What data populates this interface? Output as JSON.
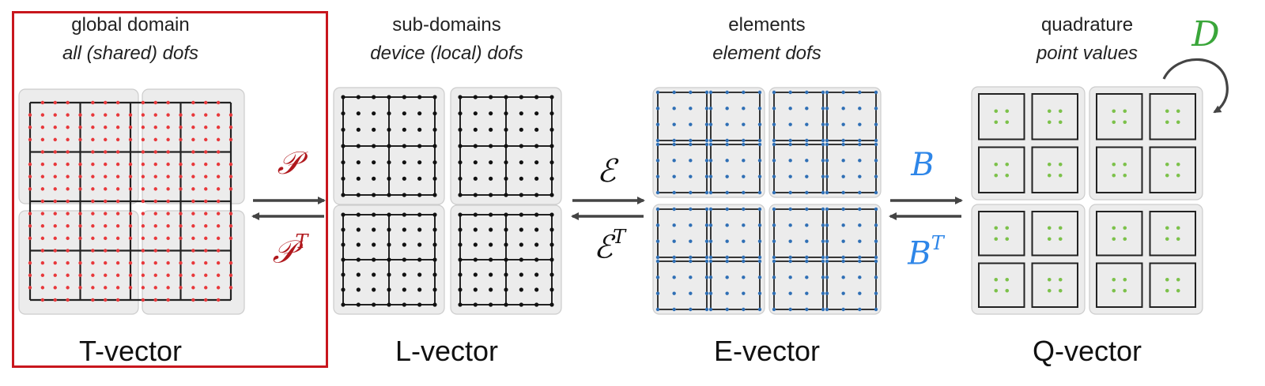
{
  "columns": [
    {
      "id": "t",
      "title": "global domain",
      "subtitle": "all (shared) dofs",
      "vector_label": "T-vector",
      "dot_color": "#e8383b",
      "highlighted": true
    },
    {
      "id": "l",
      "title": "sub-domains",
      "subtitle": "device (local) dofs",
      "vector_label": "L-vector",
      "dot_color": "#111111",
      "highlighted": false
    },
    {
      "id": "e",
      "title": "elements",
      "subtitle": "element dofs",
      "vector_label": "E-vector",
      "dot_color": "#2f6fb5",
      "highlighted": false
    },
    {
      "id": "q",
      "title": "quadrature",
      "subtitle": "point values",
      "vector_label": "Q-vector",
      "dot_color": "#7cc14a",
      "highlighted": false
    }
  ],
  "operators": [
    {
      "forward": "𝒫",
      "transpose": "𝒫",
      "sup": "T",
      "color": "#b0181d"
    },
    {
      "forward": "ℰ",
      "transpose": "ℰ",
      "sup": "T",
      "color": "#111111"
    },
    {
      "forward": "B",
      "transpose": "B",
      "sup": "T",
      "color": "#2e86e8"
    }
  ],
  "d_operator": {
    "label": "D",
    "color": "#3aa63a"
  },
  "colors": {
    "panel_fill": "#ececec",
    "panel_border": "#cccccc",
    "grid_line": "#222222",
    "arrow": "#444444",
    "highlight": "#c8161d"
  }
}
